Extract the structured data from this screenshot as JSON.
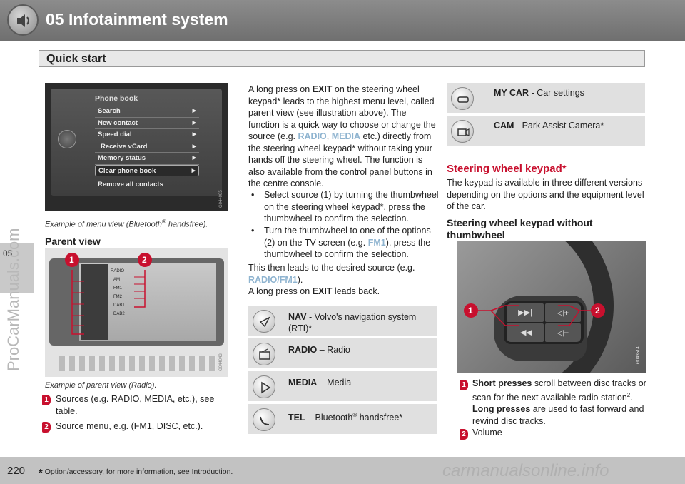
{
  "header": {
    "chapter_title": "05 Infotainment system",
    "icon": "speaker-icon"
  },
  "side": {
    "chapter_number": "05",
    "watermark": "ProCarManuals.com"
  },
  "section": {
    "title": "Quick start"
  },
  "phonebook_screen": {
    "title": "Phone book",
    "items": [
      "Search",
      "New contact",
      "Speed dial",
      "Receive vCard",
      "Memory status",
      "Clear phone book",
      "Remove all contacts"
    ],
    "figure_id": "G044085"
  },
  "left": {
    "caption1_prefix": "Example of menu view (Bluetooth",
    "caption1_reg": "®",
    "caption1_suffix": " handsfree).",
    "parent_view_heading": "Parent view",
    "radio_screen": {
      "items": [
        "RADIO",
        "AM",
        "FM1",
        "FM2",
        "DAB1",
        "DAB2"
      ],
      "figure_id": "G044043"
    },
    "caption2": "Example of parent view (Radio).",
    "legend": [
      {
        "num": "1",
        "text_line1": "Sources (e.g. RADIO, MEDIA, etc.), see",
        "text_line2": "table."
      },
      {
        "num": "2",
        "text_line1": "Source menu, e.g. (FM1, DISC, etc.).",
        "text_line2": ""
      }
    ],
    "callouts": [
      "1",
      "2"
    ]
  },
  "middle": {
    "para1": {
      "t1": "A long press on ",
      "exit": "EXIT",
      "t2": " on the steering wheel keypad* leads to the highest menu level, called parent view (see illustration above). The function is a quick way to choose or change the source (e.g. ",
      "radio": "RADIO",
      "comma": ", ",
      "media": "MEDIA",
      "t3": " etc.) directly from the steering wheel keypad* without taking your hands off the steering wheel. The function is also available from the control panel buttons in the centre console."
    },
    "bullets": [
      {
        "dot": "•",
        "text": "Select source (1) by turning the thumbwheel on the steering wheel keypad*, press the thumbwheel to confirm the selection."
      },
      {
        "dot": "•",
        "t1": "Turn the thumbwheel to one of the options (2) on the TV screen (e.g. ",
        "fm1": "FM1",
        "t2": "), press the thumbwheel to confirm the selection."
      }
    ],
    "para2": {
      "t1": "This then leads to the desired source (e.g. ",
      "src": "RADIO/FM1",
      "t2": ")."
    },
    "para3": {
      "t1": "A long press on ",
      "exit": "EXIT",
      "t2": " leads back."
    },
    "sources": [
      {
        "icon": "navigation-icon",
        "name": "NAV",
        "desc": " - Volvo's navigation system (RTI)*"
      },
      {
        "icon": "radio-icon",
        "name": "RADIO",
        "desc": " – Radio"
      },
      {
        "icon": "media-play-icon",
        "name": "MEDIA",
        "desc": " – Media"
      },
      {
        "icon": "phone-icon",
        "name": "TEL",
        "desc": " – Bluetooth",
        "reg": "®",
        "desc2": " handsfree*"
      }
    ]
  },
  "right": {
    "settings": [
      {
        "icon": "car-settings-icon",
        "name": "MY CAR",
        "desc": " - Car settings"
      },
      {
        "icon": "camera-icon",
        "name": "CAM",
        "desc": " - Park Assist Camera*"
      }
    ],
    "keypad_heading": "Steering wheel keypad*",
    "keypad_para": "The keypad is available in three different versions depending on the options and the equipment level of the car.",
    "sub_heading_line1": "Steering wheel keypad without",
    "sub_heading_line2": "thumbwheel",
    "wheel_figure_id": "G043514",
    "callouts": [
      "1",
      "2"
    ],
    "legend": [
      {
        "num": "1",
        "b1": "Short presses",
        "t1": " scroll between disc tracks or scan for the next available radio station",
        "sup": "2",
        "t2": ". ",
        "b2": "Long presses",
        "t3": " are used to fast forward and rewind disc tracks."
      },
      {
        "num": "2",
        "t1": "Volume"
      }
    ]
  },
  "footer": {
    "page_number": "220",
    "star": "*",
    "footnote": " Option/accessory, for more information, see Introduction.",
    "watermark": "carmanualsonline.info"
  }
}
